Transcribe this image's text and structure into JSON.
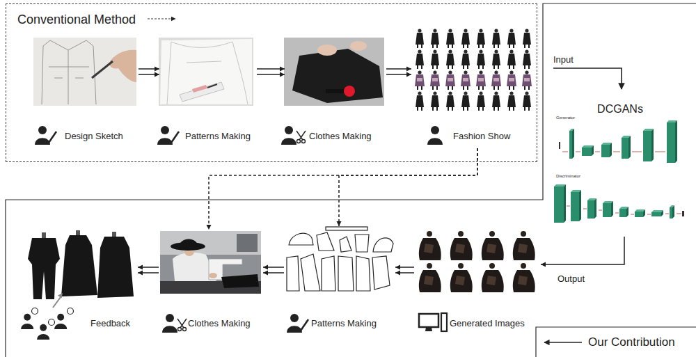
{
  "diagram": {
    "nodes": [
      {
        "text": [
          "Conventional Method"
        ]
      },
      {
        "text": [
          "Design Sketch"
        ],
        "in": 0
      },
      {
        "text": [
          "Patterns Making"
        ],
        "in": 0
      },
      {
        "text": [
          "Clothes Making"
        ],
        "in": 0
      },
      {
        "text": [
          "Fashion Show"
        ],
        "in": 0
      },
      {
        "text": [
          "Our Contribution"
        ]
      },
      {
        "text": [
          "DCGANs",
          "Generator",
          "Discriminator"
        ],
        "in": 5
      },
      {
        "text": [
          "Generated Images"
        ],
        "in": 5
      },
      {
        "text": [
          "Patterns Making"
        ],
        "in": 5
      },
      {
        "text": [
          "Clothes Making"
        ],
        "in": 5
      },
      {
        "text": [
          "Feedback"
        ],
        "in": 5
      }
    ],
    "edges": [
      {
        "from": 1,
        "to": 2,
        "arrow": "to"
      },
      {
        "from": 2,
        "to": 3,
        "arrow": "to"
      },
      {
        "from": 3,
        "to": 4,
        "arrow": "to"
      },
      {
        "from": 4,
        "to": 8,
        "arrow": "to"
      },
      {
        "from": 4,
        "to": 9,
        "arrow": "to"
      },
      {
        "from": 6,
        "to": 7,
        "label": "Output",
        "arrow": "to"
      },
      {
        "from": 7,
        "to": 8,
        "arrow": "to"
      },
      {
        "from": 8,
        "to": 9,
        "arrow": "to"
      },
      {
        "from": 9,
        "to": 10,
        "arrow": "to"
      }
    ],
    "labels": [
      "Input"
    ]
  }
}
